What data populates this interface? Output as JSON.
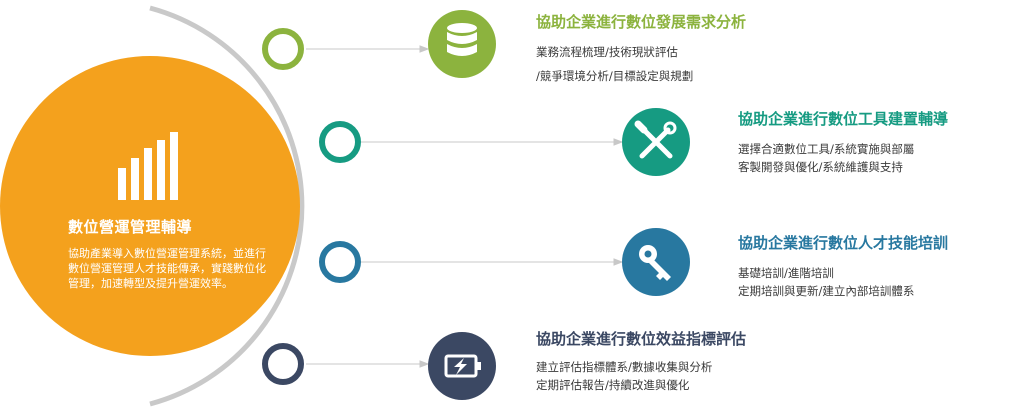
{
  "center": {
    "title": "數位營運管理輔導",
    "description": "協助產業導入數位營運管理系統，並進行數位營運管理人才技能傳承，實踐數位化管理，加速轉型及提升營運效率。",
    "color": "#f4a11d"
  },
  "services": [
    {
      "title": "協助企業進行數位發展需求分析",
      "lines": [
        "業務流程梳理/技術現狀評估",
        "/競爭環境分析/目標設定與規劃"
      ],
      "icon": "database-icon",
      "color": "#8cb33e"
    },
    {
      "title": "協助企業進行數位工具建置輔導",
      "lines": [
        "選擇合適數位工具/系統實施與部屬",
        "客製開發與優化/系統維護與支持"
      ],
      "icon": "tools-icon",
      "color": "#169b82"
    },
    {
      "title": "協助企業進行數位人才技能培訓",
      "lines": [
        "基礎培訓/進階培訓",
        "定期培訓與更新/建立內部培訓體系"
      ],
      "icon": "key-icon",
      "color": "#2878a0"
    },
    {
      "title": "協助企業進行數位效益指標評估",
      "lines": [
        "建立評估指標體系/數據收集與分析",
        "定期評估報告/持續改進與優化"
      ],
      "icon": "battery-icon",
      "color": "#3b4863"
    }
  ]
}
